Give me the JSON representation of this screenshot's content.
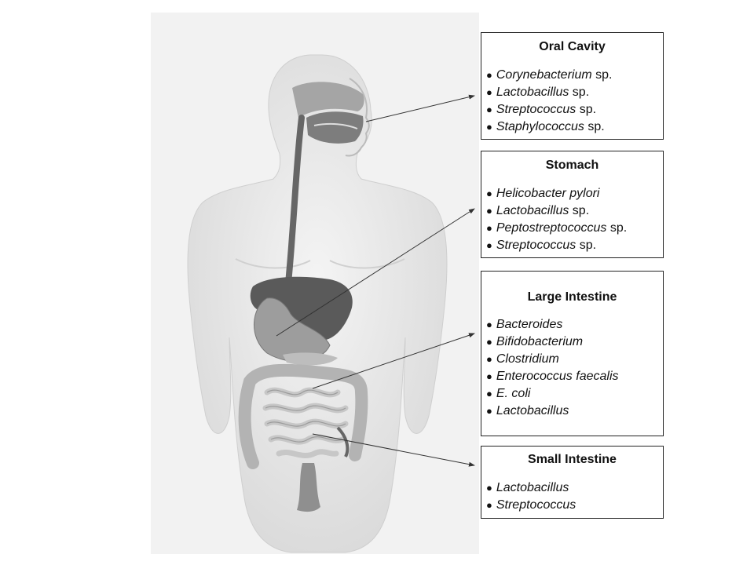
{
  "boxes": [
    {
      "title": "Oral Cavity",
      "items": [
        {
          "name": "Corynebacterium",
          "suffix": " sp."
        },
        {
          "name": "Lactobacillus",
          "suffix": " sp."
        },
        {
          "name": "Streptococcus",
          "suffix": " sp."
        },
        {
          "name": "Staphylococcus",
          "suffix": " sp."
        }
      ]
    },
    {
      "title": "Stomach",
      "items": [
        {
          "name": "Helicobacter pylori",
          "suffix": ""
        },
        {
          "name": "Lactobacillus",
          "suffix": " sp."
        },
        {
          "name": "Peptostreptococcus",
          "suffix": " sp."
        },
        {
          "name": "Streptococcus",
          "suffix": " sp."
        }
      ]
    },
    {
      "title": "Large Intestine",
      "items": [
        {
          "name": "Bacteroides",
          "suffix": ""
        },
        {
          "name": "Bifidobacterium",
          "suffix": ""
        },
        {
          "name": "Clostridium",
          "suffix": ""
        },
        {
          "name": "Enterococcus faecalis",
          "suffix": ""
        },
        {
          "name": "E. coli",
          "suffix": ""
        },
        {
          "name": "Lactobacillus",
          "suffix": ""
        }
      ]
    },
    {
      "title": "Small Intestine",
      "items": [
        {
          "name": "Lactobacillus",
          "suffix": ""
        },
        {
          "name": "Streptococcus",
          "suffix": ""
        }
      ]
    }
  ],
  "bullet": "●",
  "colors": {
    "skin": "#e9e9e9",
    "organ_dark": "#555555",
    "organ_mid": "#9a9a9a",
    "intestine": "#c8c8c8",
    "line": "#333333"
  }
}
